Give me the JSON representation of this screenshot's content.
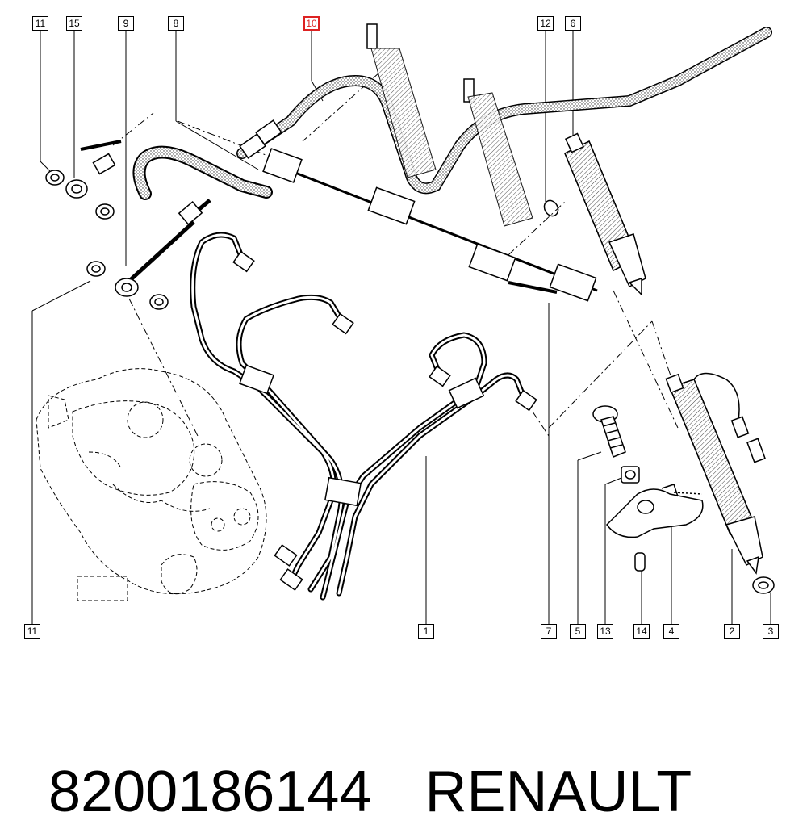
{
  "callouts": [
    {
      "id": "c11a",
      "label": "11"
    },
    {
      "id": "c15",
      "label": "15"
    },
    {
      "id": "c9",
      "label": "9"
    },
    {
      "id": "c8",
      "label": "8"
    },
    {
      "id": "c10",
      "label": "10",
      "highlighted": true
    },
    {
      "id": "c12",
      "label": "12"
    },
    {
      "id": "c6",
      "label": "6"
    },
    {
      "id": "c11b",
      "label": "11"
    },
    {
      "id": "c1",
      "label": "1"
    },
    {
      "id": "c7",
      "label": "7"
    },
    {
      "id": "c5",
      "label": "5"
    },
    {
      "id": "c13",
      "label": "13"
    },
    {
      "id": "c14",
      "label": "14"
    },
    {
      "id": "c4",
      "label": "4"
    },
    {
      "id": "c2",
      "label": "2"
    },
    {
      "id": "c3",
      "label": "3"
    }
  ],
  "caption": {
    "part_number": "8200186144",
    "brand": "RENAULT"
  },
  "colors": {
    "line": "#000000",
    "highlight": "#d22222",
    "hatch": "#555555"
  }
}
